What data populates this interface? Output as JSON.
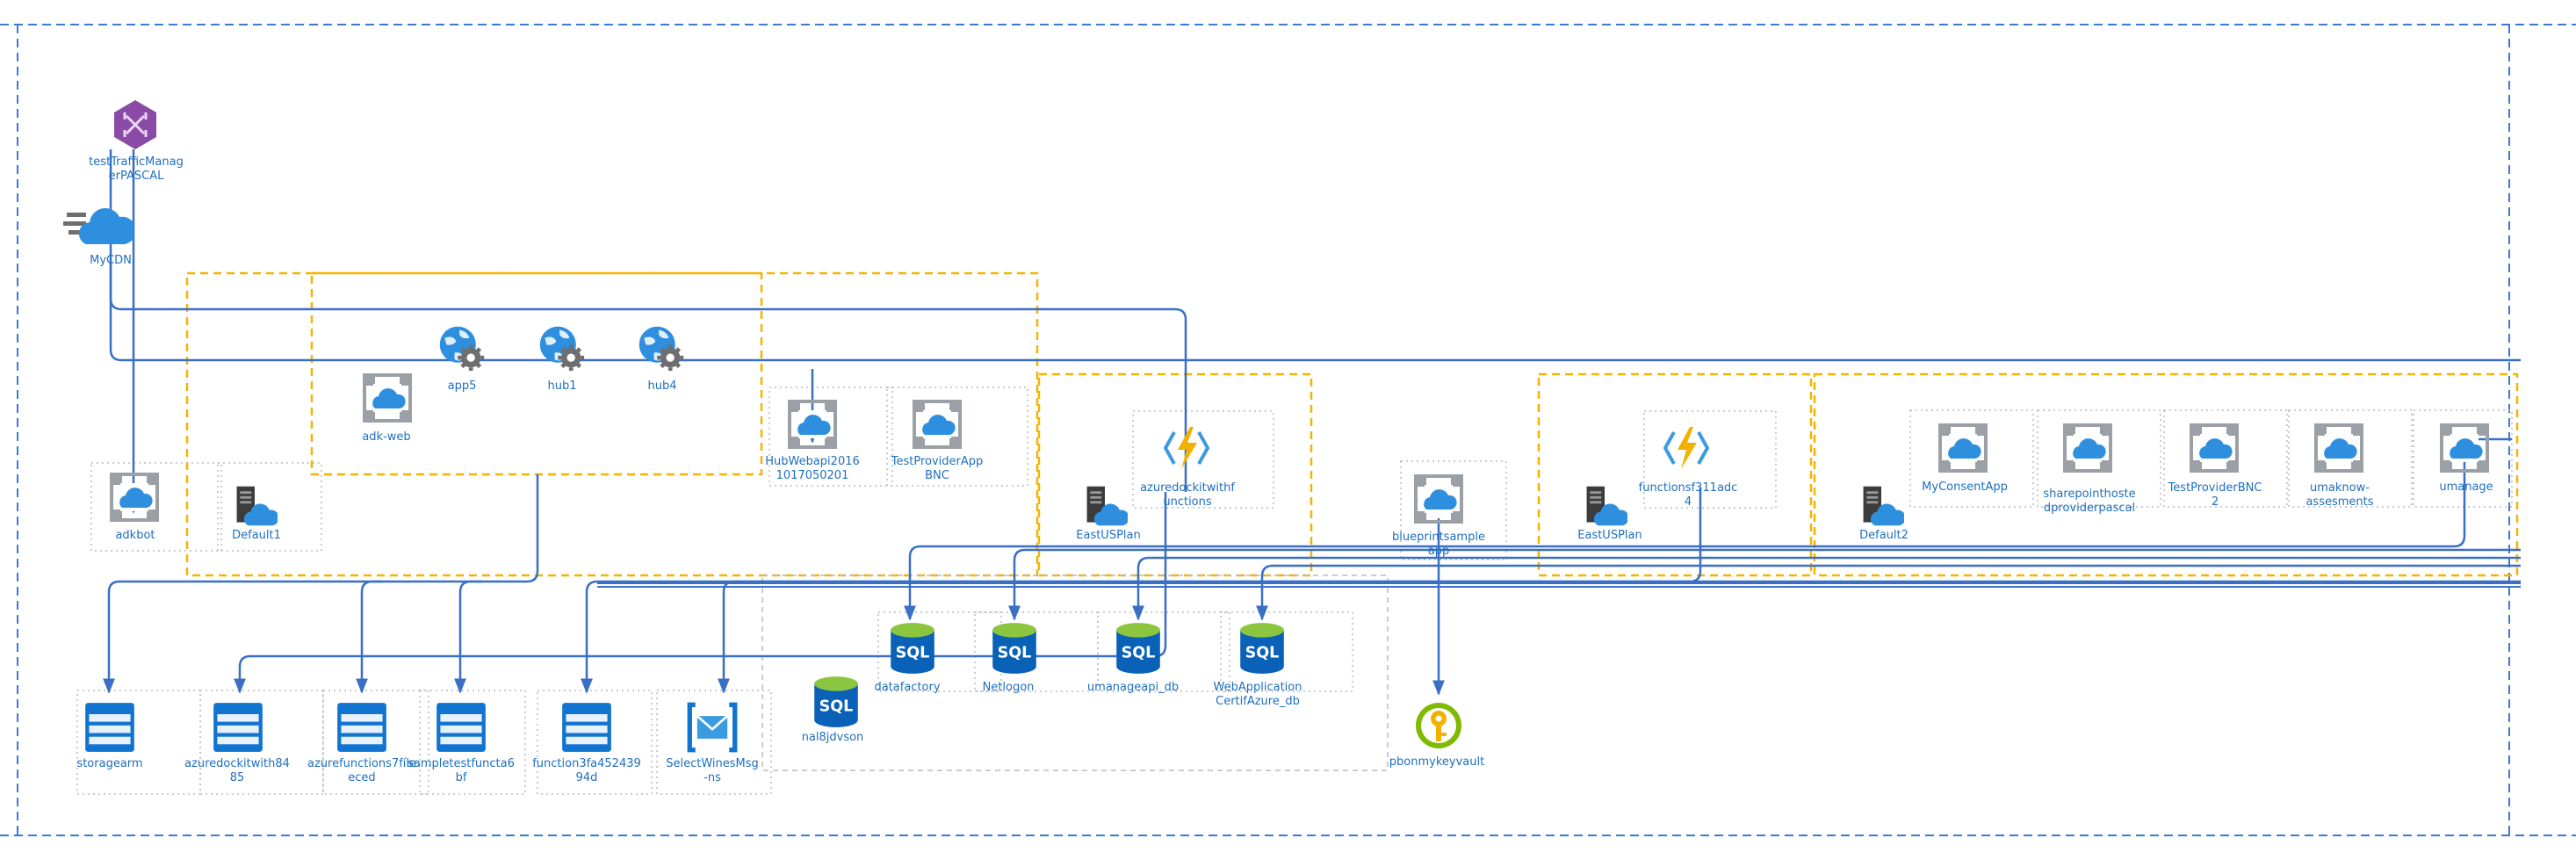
{
  "nodes": {
    "traffic_manager": {
      "label1": "testTrafficManag",
      "label2": "erPASCAL",
      "icon": "traffic-manager-icon"
    },
    "cdn": {
      "label1": "MyCDN",
      "icon": "cdn-cloud-icon"
    },
    "adkbot": {
      "label1": "adkbot",
      "icon": "app-service-icon"
    },
    "default1": {
      "label1": "Default1",
      "icon": "app-service-plan-icon"
    },
    "adk_web": {
      "label1": "adk-web",
      "icon": "app-service-icon"
    },
    "app5": {
      "label1": "app5",
      "icon": "web-app-gear-icon"
    },
    "hub1": {
      "label1": "hub1",
      "icon": "web-app-gear-icon"
    },
    "hub4": {
      "label1": "hub4",
      "icon": "web-app-gear-icon"
    },
    "hubwebapi": {
      "label1": "HubWebapi2016",
      "label2": "1017050201",
      "icon": "app-service-icon"
    },
    "testprovider_bnc": {
      "label1": "TestProviderApp",
      "label2": "BNC",
      "icon": "app-service-icon"
    },
    "eastus1": {
      "label1": "EastUSPlan",
      "icon": "app-service-plan-icon"
    },
    "azuredocki_fn": {
      "label1": "azuredockitwithf",
      "label2": "unctions",
      "icon": "function-bolt-icon"
    },
    "blueprint": {
      "label1": "blueprintsample",
      "label2": "app",
      "icon": "app-service-icon"
    },
    "eastus2": {
      "label1": "EastUSPlan",
      "icon": "app-service-plan-icon"
    },
    "functionsf": {
      "label1": "functionsf311adc",
      "label2": "4",
      "icon": "function-bolt-icon"
    },
    "default2": {
      "label1": "Default2",
      "icon": "app-service-plan-icon"
    },
    "myconsent": {
      "label1": "MyConsentApp",
      "icon": "app-service-icon"
    },
    "sharepoint": {
      "label1": "sharepointhoste",
      "label2": "dproviderpascal",
      "icon": "app-service-icon"
    },
    "testprovider2": {
      "label1": "TestProviderBNC",
      "label2": "2",
      "icon": "app-service-icon"
    },
    "umaknow": {
      "label1": "umaknow-",
      "label2": "assesments",
      "icon": "app-service-icon"
    },
    "umanage": {
      "label1": "umanage",
      "icon": "app-service-icon"
    },
    "datafactory": {
      "label1": "datafactory",
      "icon": "sql-database-icon"
    },
    "netlogon": {
      "label1": "Netlogon",
      "icon": "sql-database-icon"
    },
    "umanageapi_db": {
      "label1": "umanageapi_db",
      "icon": "sql-database-icon"
    },
    "webapp_db": {
      "label1": "WebApplication",
      "label2": "CertifAzure_db",
      "icon": "sql-database-icon"
    },
    "nal8jdvson": {
      "label1": "nal8jdvson",
      "icon": "sql-server-icon"
    },
    "keyvault": {
      "label1": "pbonmykeyvault",
      "icon": "key-vault-icon"
    },
    "storagearm": {
      "label1": "storagearm",
      "icon": "storage-account-icon"
    },
    "azuredocki_st": {
      "label1": "azuredockitwith84",
      "label2": "85",
      "icon": "storage-account-icon"
    },
    "azurefunctions_st": {
      "label1": "azurefunctions7fíle",
      "label2": "eced",
      "icon": "storage-account-icon"
    },
    "sampletest_st": {
      "label1": "sampletestfuncta6",
      "label2": "bf",
      "icon": "storage-account-icon"
    },
    "function3_st": {
      "label1": "function3fa452439",
      "label2": "94d",
      "icon": "storage-account-icon"
    },
    "selectwines": {
      "label1": "SelectWinesMsg",
      "label2": "-ns",
      "icon": "service-bus-icon"
    }
  },
  "colors": {
    "connector": "#3a6fc4",
    "boundary": "#3a7bd5",
    "plan_group": "#f5b400",
    "dotted": "#b8bcc2",
    "label": "#1e6fbe",
    "sql": "#0a62b8",
    "storage": "#1174d0",
    "function": "#f2b100",
    "keyvault": "#7fba00",
    "traffic": "#8a4ba6"
  }
}
